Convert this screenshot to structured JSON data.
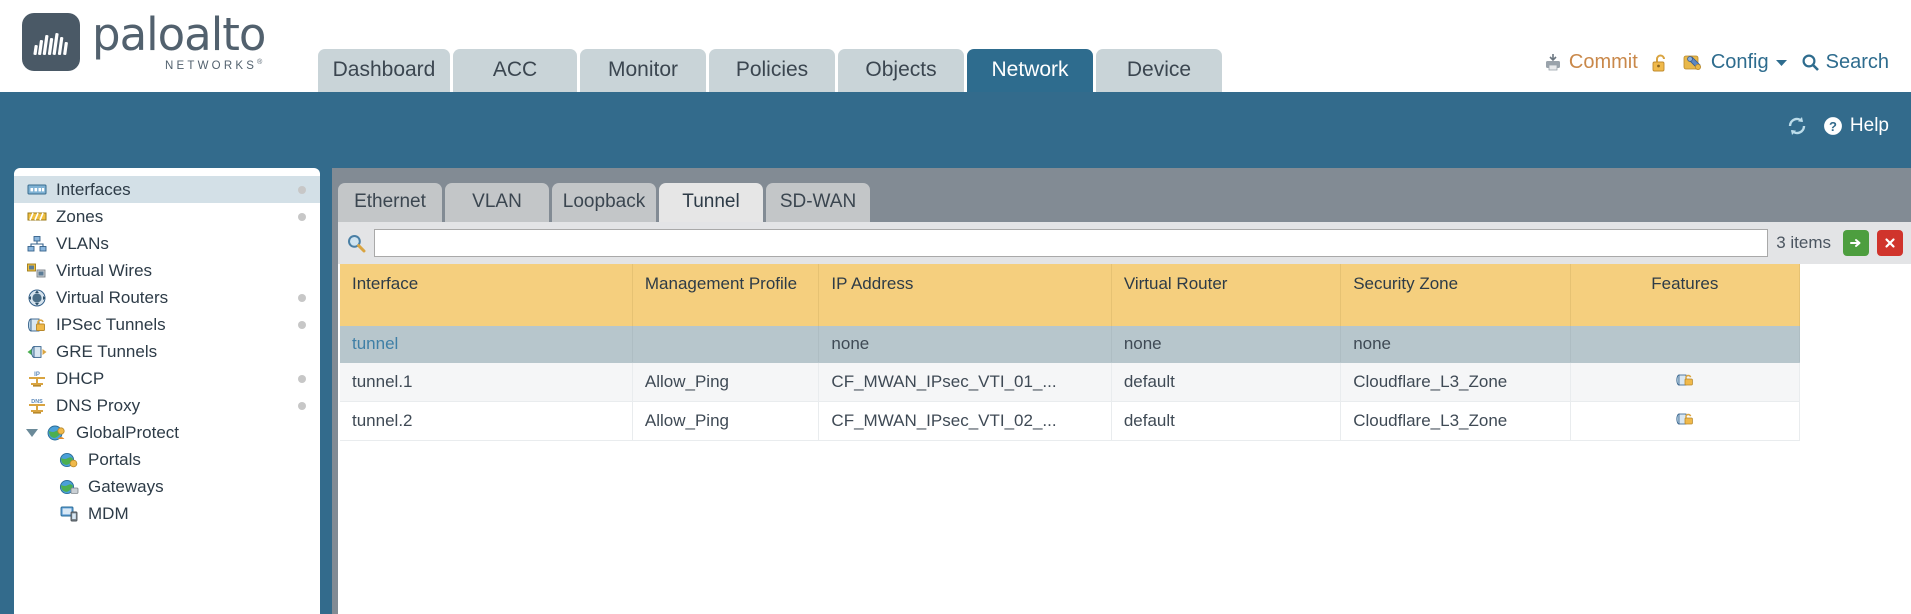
{
  "brand": {
    "name": "paloalto",
    "tagline": "NETWORKS"
  },
  "main_tabs": [
    {
      "label": "Dashboard",
      "active": false
    },
    {
      "label": "ACC",
      "active": false
    },
    {
      "label": "Monitor",
      "active": false
    },
    {
      "label": "Policies",
      "active": false
    },
    {
      "label": "Objects",
      "active": false
    },
    {
      "label": "Network",
      "active": true
    },
    {
      "label": "Device",
      "active": false
    }
  ],
  "header_actions": {
    "commit": "Commit",
    "config": "Config",
    "search": "Search",
    "lock_icon": "padlock-unlocked-icon",
    "commit_icon": "commit-icon",
    "config_icon": "config-tools-icon",
    "search_icon": "magnifier-icon",
    "caret_icon": "chevron-down-icon"
  },
  "blue_band": {
    "refresh_icon": "refresh-icon",
    "help_icon": "help-icon",
    "help_label": "Help"
  },
  "sidebar": {
    "items": [
      {
        "label": "Interfaces",
        "icon": "interfaces-icon",
        "selected": true,
        "dot": true,
        "indent": "top"
      },
      {
        "label": "Zones",
        "icon": "zones-icon",
        "selected": false,
        "dot": true,
        "indent": "top"
      },
      {
        "label": "VLANs",
        "icon": "vlans-icon",
        "selected": false,
        "dot": false,
        "indent": "top"
      },
      {
        "label": "Virtual Wires",
        "icon": "virtual-wires-icon",
        "selected": false,
        "dot": false,
        "indent": "top"
      },
      {
        "label": "Virtual Routers",
        "icon": "virtual-routers-icon",
        "selected": false,
        "dot": true,
        "indent": "top"
      },
      {
        "label": "IPSec Tunnels",
        "icon": "ipsec-tunnels-icon",
        "selected": false,
        "dot": true,
        "indent": "top"
      },
      {
        "label": "GRE Tunnels",
        "icon": "gre-tunnels-icon",
        "selected": false,
        "dot": false,
        "indent": "top"
      },
      {
        "label": "DHCP",
        "icon": "dhcp-icon",
        "selected": false,
        "dot": true,
        "indent": "top"
      },
      {
        "label": "DNS Proxy",
        "icon": "dns-proxy-icon",
        "selected": false,
        "dot": true,
        "indent": "top"
      },
      {
        "label": "GlobalProtect",
        "icon": "globalprotect-icon",
        "selected": false,
        "dot": false,
        "indent": "parent"
      },
      {
        "label": "Portals",
        "icon": "portals-icon",
        "selected": false,
        "dot": false,
        "indent": "child"
      },
      {
        "label": "Gateways",
        "icon": "gateways-icon",
        "selected": false,
        "dot": false,
        "indent": "child"
      },
      {
        "label": "MDM",
        "icon": "mdm-icon",
        "selected": false,
        "dot": false,
        "indent": "child"
      }
    ]
  },
  "sub_tabs": [
    {
      "label": "Ethernet",
      "active": false
    },
    {
      "label": "VLAN",
      "active": false
    },
    {
      "label": "Loopback",
      "active": false
    },
    {
      "label": "Tunnel",
      "active": true
    },
    {
      "label": "SD-WAN",
      "active": false
    }
  ],
  "search": {
    "value": "",
    "placeholder": "",
    "items_count": "3 items",
    "icon": "magnifier-icon",
    "apply_icon": "apply-arrow-icon",
    "clear_icon": "clear-x-icon"
  },
  "table": {
    "columns": [
      "Interface",
      "Management Profile",
      "IP Address",
      "Virtual Router",
      "Security Zone",
      "Features"
    ],
    "rows": [
      {
        "interface": "tunnel",
        "management_profile": "",
        "ip_address": "none",
        "virtual_router": "none",
        "security_zone": "none",
        "feature_icon": "",
        "selected": true
      },
      {
        "interface": "tunnel.1",
        "management_profile": "Allow_Ping",
        "ip_address": "CF_MWAN_IPsec_VTI_01_...",
        "virtual_router": "default",
        "security_zone": "Cloudflare_L3_Zone",
        "feature_icon": "padlock-feature-icon",
        "selected": false
      },
      {
        "interface": "tunnel.2",
        "management_profile": "Allow_Ping",
        "ip_address": "CF_MWAN_IPsec_VTI_02_...",
        "virtual_router": "default",
        "security_zone": "Cloudflare_L3_Zone",
        "feature_icon": "padlock-feature-icon",
        "selected": false
      }
    ]
  },
  "colors": {
    "brand_blue": "#336b8c",
    "tab_active": "#2e6c8e",
    "table_header": "#f5cf7e",
    "row_selected": "#b7c6cc",
    "link": "#3f7fa6",
    "accent_orange": "#c9884a"
  }
}
